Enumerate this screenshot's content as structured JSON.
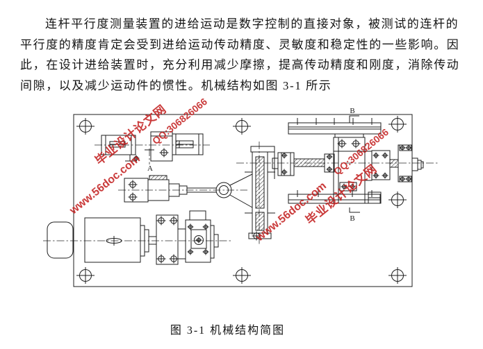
{
  "page": {
    "paragraph_lines": [
      "连杆平行度测量装置的进给运动是数字控制的直接对象，被测试的连杆的",
      "平行度的精度肯定会受到进给运动传动精度、灵敏度和稳定性的一些影响。因",
      "此，在设计进给装置时，充分利用减少摩擦，提高传动精度和刚度，消除传动",
      "间隙，以及减少运动件的惯性。机械结构如图 3-1 所示"
    ],
    "caption": "图 3-1 机械结构简图"
  },
  "figure": {
    "section_label_a": "A",
    "section_label_b": "B",
    "line_color": "#1c1c1c"
  },
  "watermarks": {
    "color": "#c32020",
    "sets": [
      {
        "site": "www.56doc.com",
        "brand": "毕业设计论文网",
        "qq": "QQ:306826066"
      },
      {
        "site": "www.56doc.com",
        "brand": "毕业设计论文网",
        "qq": "QQ:306826066"
      }
    ]
  }
}
